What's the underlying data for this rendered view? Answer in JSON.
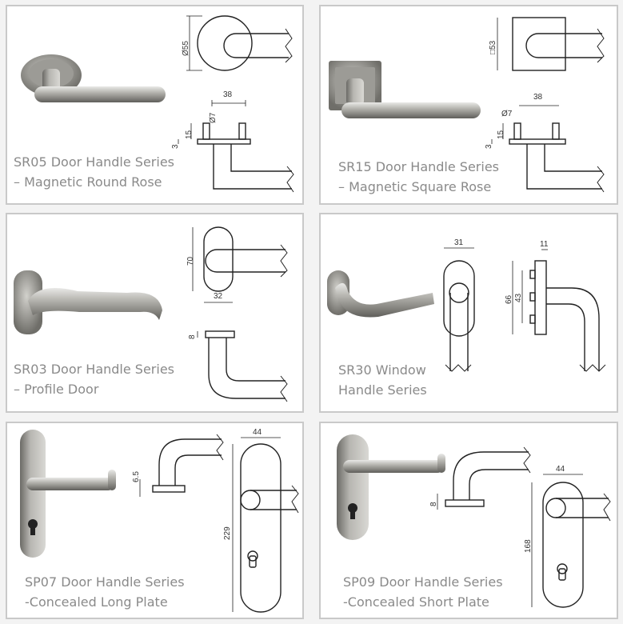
{
  "products": [
    {
      "caption_line1": "SR05 Door Handle Series",
      "caption_line2": "– Magnetic Round Rose",
      "dims": {
        "rose_diameter": "Ø55",
        "width": "38",
        "pin_diameter": "Ø7",
        "height": "15",
        "base": "3"
      }
    },
    {
      "caption_line1": "SR15 Door Handle Series",
      "caption_line2": "– Magnetic Square Rose",
      "dims": {
        "rose_size": "□53",
        "width": "38",
        "pin_diameter": "Ø7",
        "height": "15",
        "base": "3"
      }
    },
    {
      "caption_line1": "SR03 Door Handle Series",
      "caption_line2": "– Profile Door",
      "dims": {
        "rose_height": "70",
        "rose_width": "32",
        "thickness": "8"
      }
    },
    {
      "caption_line1": "SR30 Window",
      "caption_line2": "Handle Series",
      "dims": {
        "width": "31",
        "depth": "11",
        "height": "66",
        "inner_height": "43"
      }
    },
    {
      "caption_line1": "SP07 Door Handle Series",
      "caption_line2": "-Concealed Long Plate",
      "dims": {
        "thickness": "6.5",
        "plate_width": "44",
        "plate_height": "229"
      }
    },
    {
      "caption_line1": "SP09 Door Handle Series",
      "caption_line2": "-Concealed Short Plate",
      "dims": {
        "thickness": "8",
        "plate_width": "44",
        "plate_height": "168"
      }
    }
  ]
}
